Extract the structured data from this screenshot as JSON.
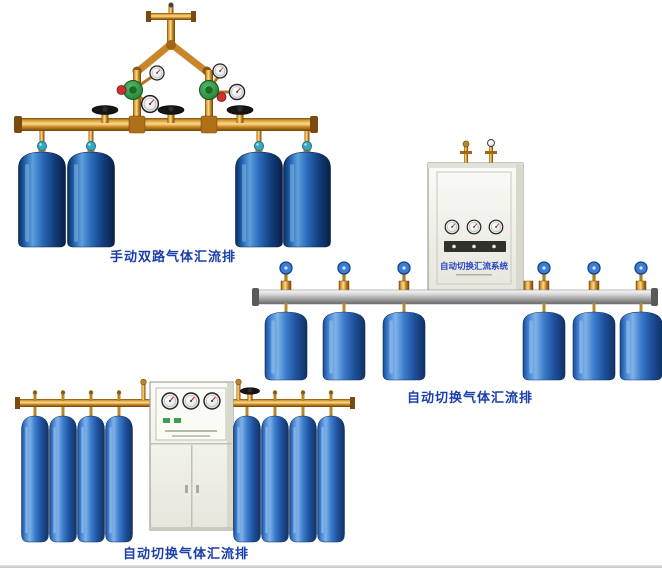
{
  "page": {
    "background": "#ffffff",
    "bottom_rule_color": "#c9c9c9"
  },
  "captions": {
    "manual_dual": "手动双路气体汇流排",
    "auto_right": "自动切换气体汇流排",
    "auto_bottom": "自动切换气体汇流排"
  },
  "cabinet": {
    "label": "自动切换汇流系统"
  },
  "colors": {
    "caption_blue": "#1b3faa",
    "brass": "#c8862a",
    "cylinder_dark_blue": "#0f4488",
    "cylinder_mid_blue": "#2f6fc5",
    "aluminum_pipe": "#c0c0c0",
    "regulator_green": "#2f8f3f",
    "valve_red": "#cc2222",
    "handle_blue": "#3a7fd4",
    "teal_valve_cap": "#35aac5",
    "cabinet_face": "#f2f2ec"
  }
}
